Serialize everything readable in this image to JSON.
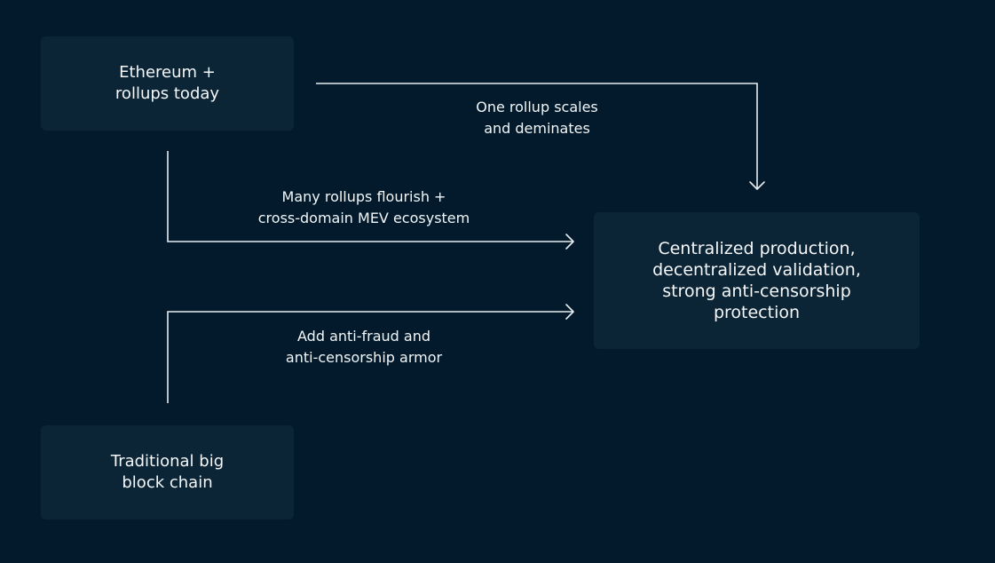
{
  "diagram": {
    "nodes": {
      "ethereum": {
        "lines": [
          "Ethereum +",
          "rollups today"
        ]
      },
      "traditional": {
        "lines": [
          "Traditional big",
          "block chain"
        ]
      },
      "outcome": {
        "lines": [
          "Centralized production,",
          "decentralized validation,",
          "strong anti-censorship",
          "protection"
        ]
      }
    },
    "edges": {
      "one_rollup": {
        "lines": [
          "One rollup scales",
          "and deminates"
        ]
      },
      "many_rollups": {
        "lines": [
          "Many rollups flourish +",
          "cross-domain MEV ecosystem"
        ]
      },
      "add_armor": {
        "lines": [
          "Add anti-fraud and",
          "anti-censorship armor"
        ]
      }
    }
  },
  "colors": {
    "background": "#021a2c",
    "node_fill": "#0b2536",
    "text": "#f1f5f7",
    "line": "#e8edf0"
  }
}
